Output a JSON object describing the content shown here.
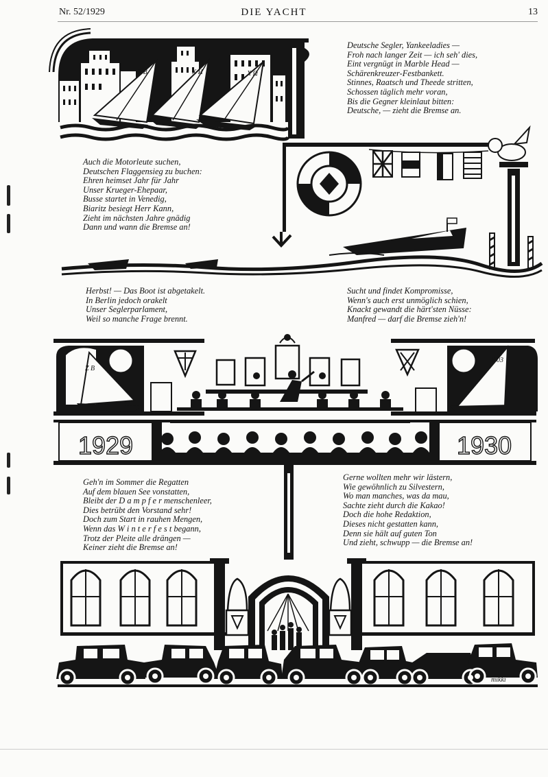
{
  "header": {
    "issue": "Nr. 52/1929",
    "magazine": "DIE YACHT",
    "page_number": "13"
  },
  "verses": [
    {
      "id": "segler",
      "lines": [
        "Deutsche Segler, Yankeeladies —",
        "Froh nach langer Zeit — ich seh' dies,",
        "Eint vergnügt in Marble Head —",
        "Schärenkreuzer-Festbankett.",
        "Stinnes, Raatsch und Theede stritten,",
        "Schossen täglich mehr voran,",
        "Bis die Gegner kleinlaut bitten:",
        "Deutsche, — zieht die Bremse an."
      ]
    },
    {
      "id": "motorleute",
      "lines": [
        "Auch die Motorleute suchen,",
        "Deutschen Flaggensieg zu buchen:",
        "Ehren heimset Jahr für Jahr",
        "Unser Krueger-Ehepaar,",
        "Busse startet in Venedig,",
        "Biaritz besiegt Herr Kann,",
        "Zieht im nächsten Jahre gnädig",
        "Dann und wann die Bremse an!"
      ]
    },
    {
      "id": "herbst",
      "lines": [
        "Herbst! — Das Boot ist abgetakelt.",
        "In Berlin jedoch orakelt",
        "Unser Seglerparlament,",
        "Weil so manche Frage brennt."
      ]
    },
    {
      "id": "kompromisse",
      "lines": [
        "Sucht und findet Kompromisse,",
        "Wenn's auch erst unmöglich schien,",
        "Knackt gewandt die härt'sten Nüsse:",
        "Manfred — darf die Bremse zieh'n!"
      ]
    },
    {
      "id": "regatten",
      "lines": [
        "Geh'n im Sommer die Regatten",
        "Auf dem blauen See vonstatten,",
        "Bleibt der D a m p f e r menschenleer,",
        "Dies betrübt den Vorstand sehr!",
        "Doch zum Start in rauhen Mengen,",
        "Wenn das W i n t e r f e s t begann,",
        "Trotz der Pleite alle drängen —",
        "Keiner zieht die Bremse an!"
      ]
    },
    {
      "id": "redaktion",
      "lines": [
        "Gerne wollten mehr wir lästern,",
        "Wie gewöhnlich zu Silvestern,",
        "Wo man manches, was da mau,",
        "Sachte zieht durch die Kakao!",
        "Doch die hohe Redaktion,",
        "Dieses nicht gestatten kann,",
        "Denn sie hält auf guten Ton",
        "Und zieht, schwupp — die Bremse an!"
      ]
    }
  ],
  "illustration_labels": {
    "sail_marks_top": [
      "X B",
      "X И",
      "X Ω"
    ],
    "year_left": "1929",
    "year_right": "1930",
    "sail_mark_left": "Z B",
    "sail_mark_right": "Y 03",
    "signature": "mikki"
  },
  "colors": {
    "ink": "#151515",
    "paper": "#fbfbf9"
  }
}
